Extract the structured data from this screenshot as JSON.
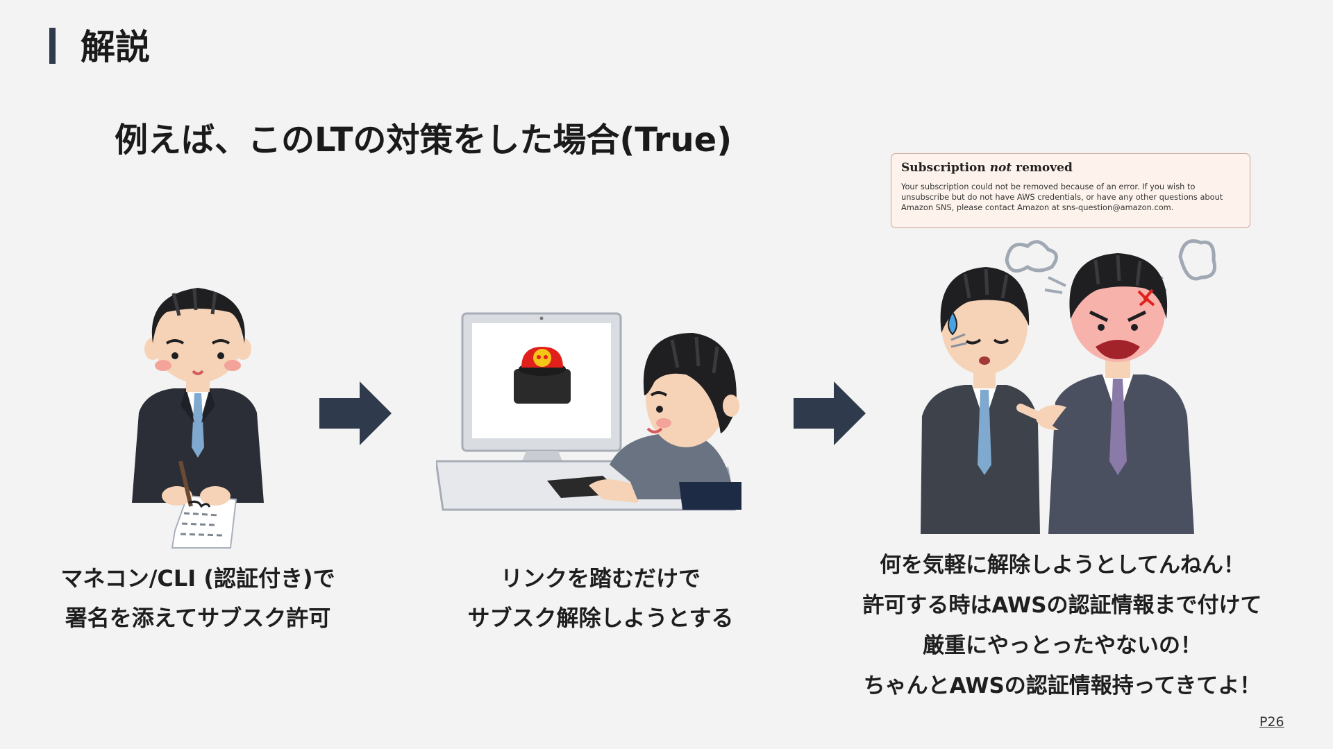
{
  "slide": {
    "heading": "解説",
    "subtitle": "例えば、このLTの対策をした場合(True)",
    "page_number": "P26"
  },
  "error_box": {
    "title_prefix": "Subscription ",
    "title_emphasis": "not",
    "title_suffix": " removed",
    "message": "Your subscription could not be removed because of an error. If you wish to unsubscribe but do not have AWS credentials, or have any other questions about Amazon SNS, please contact Amazon at sns-question@amazon.com."
  },
  "steps": [
    {
      "illustration": "businessman-signing-document-icon",
      "caption_lines": [
        "マネコン/CLI (認証付き)で",
        "署名を添えてサブスク許可"
      ]
    },
    {
      "illustration": "man-pressing-skull-button-on-computer-icon",
      "caption_lines": [
        "リンクを踏むだけで",
        "サブスク解除しようとする"
      ]
    },
    {
      "illustration": "angry-boss-scolding-employee-icon",
      "caption_lines": [
        "何を気軽に解除しようとしてんねん！",
        "許可する時はAWSの認証情報まで付けて",
        "厳重にやっとったやないの！",
        "ちゃんとAWSの認証情報持ってきてよ！"
      ]
    }
  ],
  "colors": {
    "accent": "#2f3a4c",
    "background": "#f3f3f3",
    "error_box_bg": "#fdf3ec",
    "error_box_border": "#c8a596",
    "danger_button": "#e0201b"
  }
}
